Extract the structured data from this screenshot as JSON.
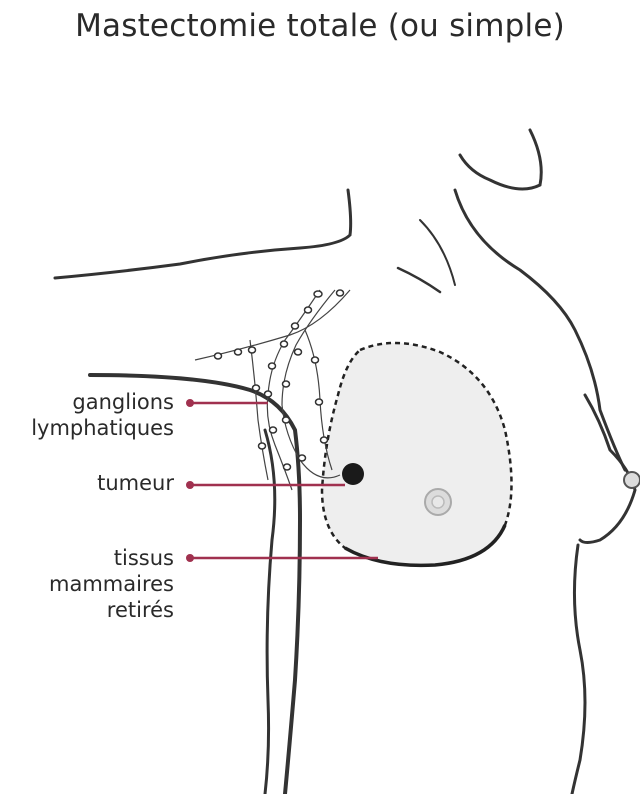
{
  "title": "Mastectomie totale (ou simple)",
  "labels": {
    "lymph_nodes_line1": "ganglions",
    "lymph_nodes_line2": "lymphatiques",
    "tumor": "tumeur",
    "tissue_line1": "tissus",
    "tissue_line2": "mammaires",
    "tissue_line3": "retirés"
  },
  "colors": {
    "leader_line": "#a0314f",
    "outline": "#333333",
    "removed_area": "#eeeeee",
    "tumor": "#1a1a1a"
  }
}
